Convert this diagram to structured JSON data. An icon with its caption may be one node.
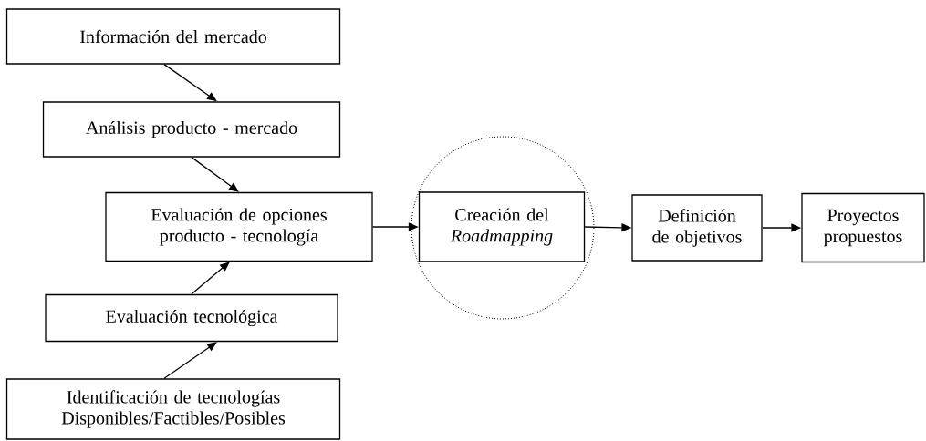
{
  "diagram": {
    "nodes": [
      {
        "text": [
          "Información del mercado"
        ]
      },
      {
        "text": [
          "Análisis producto - mercado"
        ]
      },
      {
        "text": [
          "Evaluación de opciones producto - tecnología"
        ]
      },
      {
        "text": [
          "Evaluación tecnológica"
        ]
      },
      {
        "text": [
          "Identificación de tecnologías Disponibles/Factibles/Posibles"
        ]
      },
      {
        "text": [],
        "shape": "circle"
      },
      {
        "text": [
          "Creación del *Roadmapping*"
        ],
        "in": 5
      },
      {
        "text": [
          "Definición de objetivos"
        ]
      },
      {
        "text": [
          "Proyectos propuestos"
        ]
      }
    ],
    "edges": [
      {
        "from": 0,
        "to": 1,
        "arrow": "to"
      },
      {
        "from": 1,
        "to": 2,
        "arrow": "to"
      },
      {
        "from": 3,
        "to": 2,
        "arrow": "to"
      },
      {
        "from": 4,
        "to": 3,
        "arrow": "to"
      },
      {
        "from": 2,
        "to": 6,
        "arrow": "to"
      },
      {
        "from": 6,
        "to": 7,
        "arrow": "to"
      },
      {
        "from": 7,
        "to": 8,
        "arrow": "to"
      }
    ]
  }
}
